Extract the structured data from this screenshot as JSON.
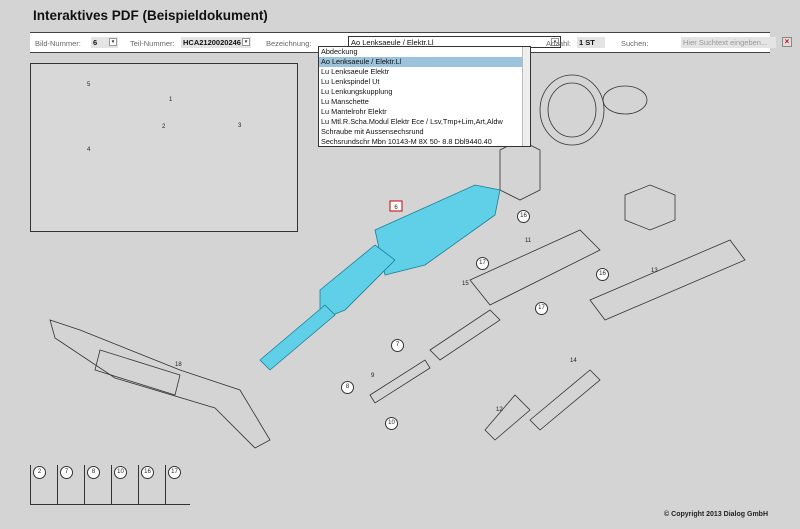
{
  "title": "Interaktives PDF (Beispieldokument)",
  "toolbar": {
    "bild_label": "Bild-Nummer:",
    "bild_value": "6",
    "teil_label": "Teil-Nummer:",
    "teil_value": "HCA2120020246",
    "bez_label": "Bezeichnung:",
    "bez_value": "Ao Lenksaeule / Elektr.Ll",
    "anzahl_label": "Anzahl:",
    "anzahl_value": "1 ST",
    "suchen_label": "Suchen:",
    "search_placeholder": "Hier Suchtext eingeben...",
    "clear_icon": "close-icon"
  },
  "dropdown": {
    "items": [
      "Abdeckung",
      "Ao Lenksaeule / Elektr.Ll",
      "Lu Lenksaeule Elektr",
      "Lu Lenkspindel Ut",
      "Lu Lenkungskupplung",
      "Lu Manschette",
      "Lu Mantelrohr Elektr",
      "Lu Mtl.R.Scha.Modul Elektr Ece / Lsv,Tmp+Lim,Art,Aldw",
      "Schraube mit Aussensechsrund",
      "Sechsrundschr Mbn 10143-M 8X 50- 8.8 Dbl9440.40"
    ],
    "selected": 1
  },
  "callouts": [
    "1",
    "2",
    "3",
    "4",
    "5",
    "6",
    "7",
    "8",
    "9",
    "10",
    "11",
    "12",
    "13",
    "14",
    "15",
    "16",
    "16",
    "17",
    "17",
    "18"
  ],
  "hardware": [
    "2",
    "7",
    "8",
    "10",
    "16",
    "17"
  ],
  "highlight_color": "#5fd0e8",
  "copyright": "© Copyright 2013 Dialog GmbH"
}
